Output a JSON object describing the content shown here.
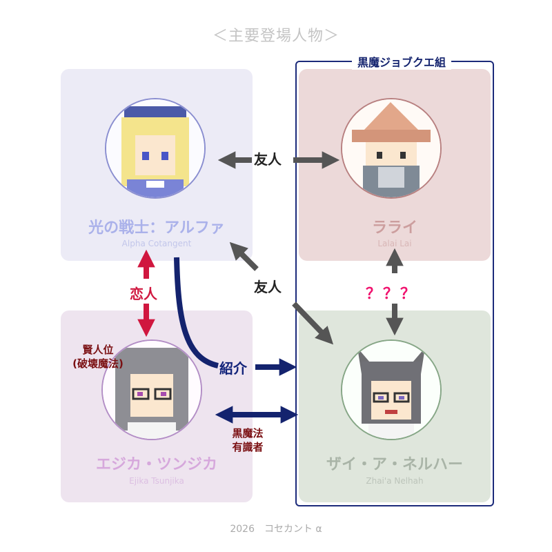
{
  "title": "＜主要登場人物＞",
  "group_label": "黒魔ジョブクエ組",
  "characters": {
    "alpha": {
      "name": "光の戦士：アルファ",
      "romaji": "Alpha Cotangent"
    },
    "lalai": {
      "name": "ラライ",
      "romaji": "Lalai Lai"
    },
    "ejika": {
      "name": "エジカ・ツンジカ",
      "romaji": "Ejika Tsunjika"
    },
    "zhai": {
      "name": "ザイ・ア・ネルハー",
      "romaji": "Zhai'a Nelhah"
    }
  },
  "relations": {
    "friend_alpha_lalai": "友人",
    "friend_alpha_zhai": "友人",
    "lover": "恋人",
    "unknown": "？？？",
    "introduction": "紹介",
    "sage_line1": "賢人位",
    "sage_line2": "(破壊魔法)",
    "black_mage_line1": "黒魔法",
    "black_mage_line2": "有識者"
  },
  "colors": {
    "navy": "#14236e",
    "gray_arrow": "#555555",
    "red_arrow": "#d0173f"
  },
  "footer": "2026　コセカント α"
}
